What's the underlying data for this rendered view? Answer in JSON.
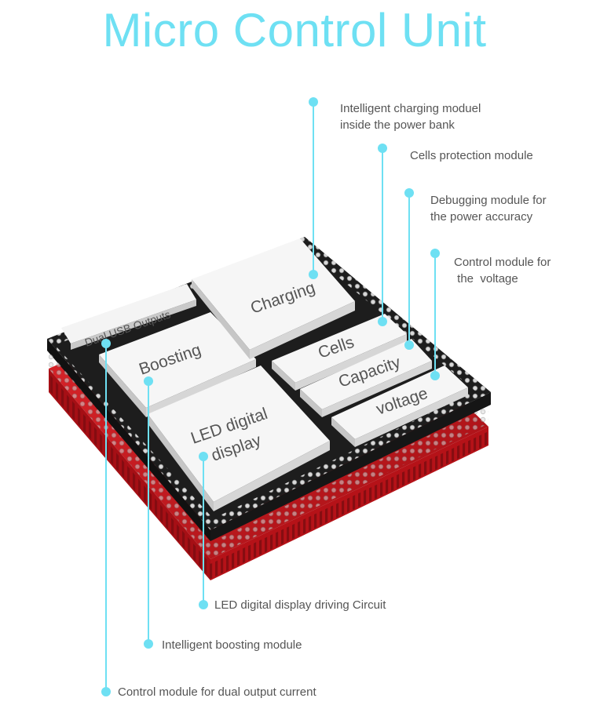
{
  "title": "Micro Control Unit",
  "colors": {
    "accent": "#6ee0f3",
    "board_red": "#c8141b",
    "board_black": "#1b1b1b",
    "module_white": "#f4f4f4",
    "text_gray": "#555555"
  },
  "modules": {
    "dual_usb": "Dual USB Outputs",
    "boosting": "Boosting",
    "charging": "Charging",
    "cells": "Cells",
    "capacity": "Capacity",
    "voltage": "voltage",
    "led_line1": "LED digital",
    "led_line2": "display"
  },
  "callouts": {
    "charging": [
      "Intelligent charging moduel",
      "inside the power bank"
    ],
    "cells": "Cells protection module",
    "debugging": [
      "Debugging module for",
      "the power accuracy"
    ],
    "voltage": [
      "Control module for",
      " the  voltage"
    ],
    "led": "LED digital display driving Circuit",
    "boosting": "Intelligent boosting module",
    "dual": "Control module for dual output current"
  }
}
